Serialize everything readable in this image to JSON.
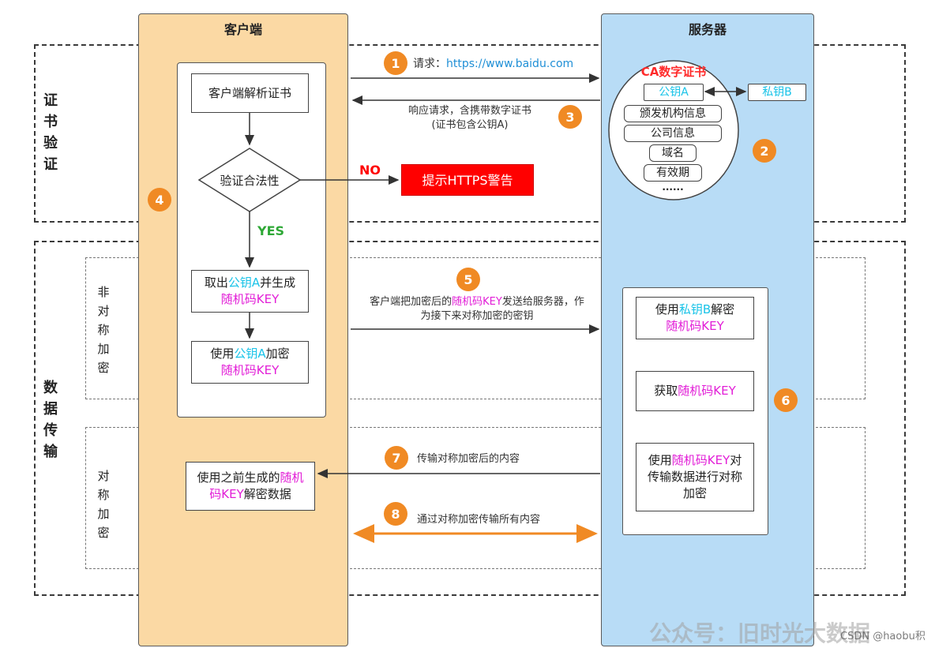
{
  "client": {
    "title": "客户端"
  },
  "server": {
    "title": "服务器"
  },
  "sections": {
    "cert_verify": "证书验证",
    "data_transfer": "数据传输",
    "asymmetric": "非对称加密",
    "symmetric": "对称加密"
  },
  "client_flow": {
    "parse_cert": "客户端解析证书",
    "validate": "验证合法性",
    "yes": "YES",
    "no": "NO",
    "warning": "提示HTTPS警告",
    "take_key": {
      "p1": "取出",
      "key": "公钥A",
      "p2": "并生成",
      "rand": "随机码KEY"
    },
    "encrypt_key": {
      "p1": "使用",
      "key": "公钥A",
      "p2": "加密",
      "rand": "随机码KEY"
    },
    "decrypt_data": {
      "p1": "使用之前生成的",
      "rand": "随机码KEY",
      "p2": "解密数据"
    }
  },
  "cert": {
    "title": "CA数字证书",
    "pubkey": "公钥A",
    "privkey": "私钥B",
    "fields": [
      "颁发机构信息",
      "公司信息",
      "域名",
      "有效期"
    ],
    "more": "......"
  },
  "server_flow": {
    "decrypt": {
      "p1": "使用",
      "key": "私钥B",
      "p2": "解密",
      "rand": "随机码KEY"
    },
    "obtain": {
      "p1": "获取",
      "rand": "随机码KEY"
    },
    "encrypt_data": {
      "p1": "使用",
      "rand": "随机码KEY",
      "p2": "对传输数据进行对称加密"
    }
  },
  "steps": {
    "s1": {
      "num": "1",
      "prefix": "请求：",
      "url": "https://www.baidu.com"
    },
    "s2": {
      "num": "2"
    },
    "s3": {
      "num": "3",
      "line1": "响应请求，含携带数字证书",
      "line2": "(证书包含公钥A)"
    },
    "s4": {
      "num": "4"
    },
    "s5": {
      "num": "5",
      "p1": "客户端把加密后的",
      "rand": "随机码KEY",
      "p2": "发送给服务器，作为接下来对称加密的密钥"
    },
    "s6": {
      "num": "6"
    },
    "s7": {
      "num": "7",
      "text": "传输对称加密后的内容"
    },
    "s8": {
      "num": "8",
      "text": "通过对称加密传输所有内容"
    }
  },
  "watermark": {
    "main": "公众号：旧时光大数据",
    "sub": "CSDN @haobu积"
  },
  "colors": {
    "client_bg": "#fbd9a4",
    "server_bg": "#b8dcf6",
    "badge": "#f08a24",
    "warning": "#ff0000",
    "cyan": "#19c3e8",
    "magenta": "#e21ed7",
    "yes": "#2ea836",
    "no": "#ff0000",
    "cert_title": "#ff2a2a",
    "arrow_orange": "#f08a24"
  }
}
